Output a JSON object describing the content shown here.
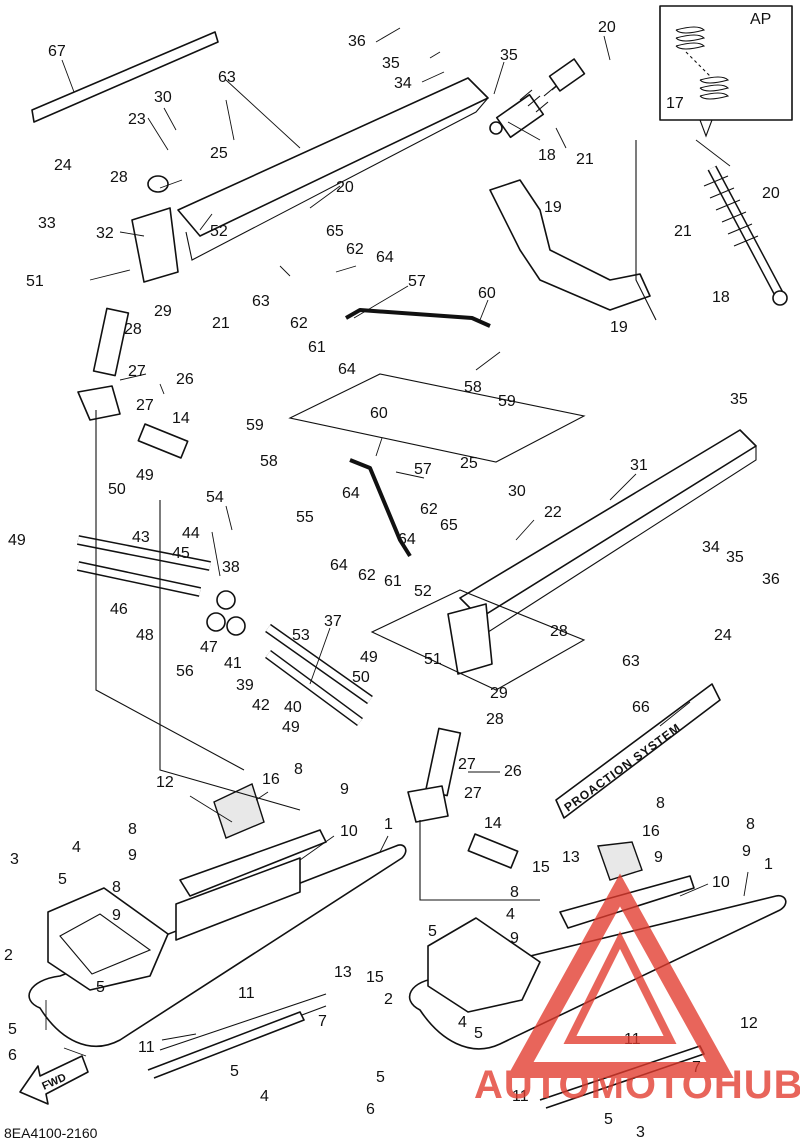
{
  "footer": {
    "catalog_code": "8EA4100-2160"
  },
  "fwd_badge": "FWD",
  "alt_parts_box": {
    "label": "AP"
  },
  "decal_text": "PROACTION SYSTEM",
  "watermark": {
    "text": "AUTOMOTOHUB",
    "color": "#e23b2e",
    "accent": "#f3a95c"
  },
  "callouts": [
    {
      "id": "c1a",
      "n": "1"
    },
    {
      "id": "c1b",
      "n": "1"
    },
    {
      "id": "c2a",
      "n": "2"
    },
    {
      "id": "c2b",
      "n": "2"
    },
    {
      "id": "c3a",
      "n": "3"
    },
    {
      "id": "c3b",
      "n": "3"
    },
    {
      "id": "c4a",
      "n": "4"
    },
    {
      "id": "c4b",
      "n": "4"
    },
    {
      "id": "c4c",
      "n": "4"
    },
    {
      "id": "c4d",
      "n": "4"
    },
    {
      "id": "c5a",
      "n": "5"
    },
    {
      "id": "c5b",
      "n": "5"
    },
    {
      "id": "c5c",
      "n": "5"
    },
    {
      "id": "c5d",
      "n": "5"
    },
    {
      "id": "c5e",
      "n": "5"
    },
    {
      "id": "c5f",
      "n": "5"
    },
    {
      "id": "c5g",
      "n": "5"
    },
    {
      "id": "c5h",
      "n": "5"
    },
    {
      "id": "c6a",
      "n": "6"
    },
    {
      "id": "c6b",
      "n": "6"
    },
    {
      "id": "c7a",
      "n": "7"
    },
    {
      "id": "c7b",
      "n": "7"
    },
    {
      "id": "c8a",
      "n": "8"
    },
    {
      "id": "c8b",
      "n": "8"
    },
    {
      "id": "c8c",
      "n": "8"
    },
    {
      "id": "c8d",
      "n": "8"
    },
    {
      "id": "c8e",
      "n": "8"
    },
    {
      "id": "c8f",
      "n": "8"
    },
    {
      "id": "c9a",
      "n": "9"
    },
    {
      "id": "c9b",
      "n": "9"
    },
    {
      "id": "c9c",
      "n": "9"
    },
    {
      "id": "c9d",
      "n": "9"
    },
    {
      "id": "c9e",
      "n": "9"
    },
    {
      "id": "c9f",
      "n": "9"
    },
    {
      "id": "c10a",
      "n": "10"
    },
    {
      "id": "c10b",
      "n": "10"
    },
    {
      "id": "c11a",
      "n": "11"
    },
    {
      "id": "c11b",
      "n": "11"
    },
    {
      "id": "c11c",
      "n": "11"
    },
    {
      "id": "c11d",
      "n": "11"
    },
    {
      "id": "c12a",
      "n": "12"
    },
    {
      "id": "c12b",
      "n": "12"
    },
    {
      "id": "c13a",
      "n": "13"
    },
    {
      "id": "c13b",
      "n": "13"
    },
    {
      "id": "c14a",
      "n": "14"
    },
    {
      "id": "c14b",
      "n": "14"
    },
    {
      "id": "c15a",
      "n": "15"
    },
    {
      "id": "c15b",
      "n": "15"
    },
    {
      "id": "c16a",
      "n": "16"
    },
    {
      "id": "c16b",
      "n": "16"
    },
    {
      "id": "c17",
      "n": "17"
    },
    {
      "id": "c18a",
      "n": "18"
    },
    {
      "id": "c18b",
      "n": "18"
    },
    {
      "id": "c19a",
      "n": "19"
    },
    {
      "id": "c19b",
      "n": "19"
    },
    {
      "id": "c20a",
      "n": "20"
    },
    {
      "id": "c20b",
      "n": "20"
    },
    {
      "id": "c20c",
      "n": "20"
    },
    {
      "id": "c21a",
      "n": "21"
    },
    {
      "id": "c21b",
      "n": "21"
    },
    {
      "id": "c21c",
      "n": "21"
    },
    {
      "id": "c22",
      "n": "22"
    },
    {
      "id": "c23",
      "n": "23"
    },
    {
      "id": "c24a",
      "n": "24"
    },
    {
      "id": "c24b",
      "n": "24"
    },
    {
      "id": "c25a",
      "n": "25"
    },
    {
      "id": "c25b",
      "n": "25"
    },
    {
      "id": "c26a",
      "n": "26"
    },
    {
      "id": "c26b",
      "n": "26"
    },
    {
      "id": "c27a",
      "n": "27"
    },
    {
      "id": "c27b",
      "n": "27"
    },
    {
      "id": "c27c",
      "n": "27"
    },
    {
      "id": "c27d",
      "n": "27"
    },
    {
      "id": "c28a",
      "n": "28"
    },
    {
      "id": "c28b",
      "n": "28"
    },
    {
      "id": "c28c",
      "n": "28"
    },
    {
      "id": "c28d",
      "n": "28"
    },
    {
      "id": "c29a",
      "n": "29"
    },
    {
      "id": "c29b",
      "n": "29"
    },
    {
      "id": "c30a",
      "n": "30"
    },
    {
      "id": "c30b",
      "n": "30"
    },
    {
      "id": "c31",
      "n": "31"
    },
    {
      "id": "c32",
      "n": "32"
    },
    {
      "id": "c33",
      "n": "33"
    },
    {
      "id": "c34a",
      "n": "34"
    },
    {
      "id": "c34b",
      "n": "34"
    },
    {
      "id": "c35a",
      "n": "35"
    },
    {
      "id": "c35b",
      "n": "35"
    },
    {
      "id": "c35c",
      "n": "35"
    },
    {
      "id": "c35d",
      "n": "35"
    },
    {
      "id": "c36a",
      "n": "36"
    },
    {
      "id": "c36b",
      "n": "36"
    },
    {
      "id": "c37",
      "n": "37"
    },
    {
      "id": "c38",
      "n": "38"
    },
    {
      "id": "c39",
      "n": "39"
    },
    {
      "id": "c40",
      "n": "40"
    },
    {
      "id": "c41",
      "n": "41"
    },
    {
      "id": "c42",
      "n": "42"
    },
    {
      "id": "c43",
      "n": "43"
    },
    {
      "id": "c44",
      "n": "44"
    },
    {
      "id": "c45",
      "n": "45"
    },
    {
      "id": "c46",
      "n": "46"
    },
    {
      "id": "c47",
      "n": "47"
    },
    {
      "id": "c48",
      "n": "48"
    },
    {
      "id": "c49a",
      "n": "49"
    },
    {
      "id": "c49b",
      "n": "49"
    },
    {
      "id": "c49c",
      "n": "49"
    },
    {
      "id": "c49d",
      "n": "49"
    },
    {
      "id": "c50a",
      "n": "50"
    },
    {
      "id": "c50b",
      "n": "50"
    },
    {
      "id": "c51a",
      "n": "51"
    },
    {
      "id": "c51b",
      "n": "51"
    },
    {
      "id": "c52a",
      "n": "52"
    },
    {
      "id": "c52b",
      "n": "52"
    },
    {
      "id": "c53",
      "n": "53"
    },
    {
      "id": "c54",
      "n": "54"
    },
    {
      "id": "c55",
      "n": "55"
    },
    {
      "id": "c56",
      "n": "56"
    },
    {
      "id": "c57a",
      "n": "57"
    },
    {
      "id": "c57b",
      "n": "57"
    },
    {
      "id": "c58a",
      "n": "58"
    },
    {
      "id": "c58b",
      "n": "58"
    },
    {
      "id": "c59a",
      "n": "59"
    },
    {
      "id": "c59b",
      "n": "59"
    },
    {
      "id": "c60a",
      "n": "60"
    },
    {
      "id": "c60b",
      "n": "60"
    },
    {
      "id": "c61a",
      "n": "61"
    },
    {
      "id": "c61b",
      "n": "61"
    },
    {
      "id": "c62a",
      "n": "62"
    },
    {
      "id": "c62b",
      "n": "62"
    },
    {
      "id": "c62c",
      "n": "62"
    },
    {
      "id": "c62d",
      "n": "62"
    },
    {
      "id": "c63a",
      "n": "63"
    },
    {
      "id": "c63b",
      "n": "63"
    },
    {
      "id": "c63c",
      "n": "63"
    },
    {
      "id": "c64a",
      "n": "64"
    },
    {
      "id": "c64b",
      "n": "64"
    },
    {
      "id": "c64c",
      "n": "64"
    },
    {
      "id": "c64d",
      "n": "64"
    },
    {
      "id": "c64e",
      "n": "64"
    },
    {
      "id": "c65a",
      "n": "65"
    },
    {
      "id": "c65b",
      "n": "65"
    },
    {
      "id": "c66",
      "n": "66"
    },
    {
      "id": "c67",
      "n": "67"
    }
  ]
}
